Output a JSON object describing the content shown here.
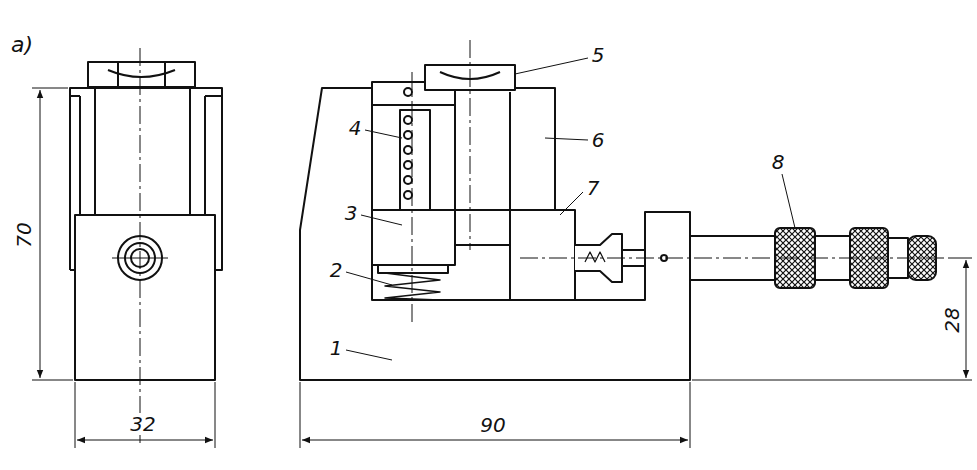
{
  "diagram": {
    "labels": [
      "а)",
      "70",
      "32",
      "1",
      "2",
      "3",
      "4",
      "5",
      "6",
      "7",
      "8",
      "90",
      "28"
    ]
  }
}
